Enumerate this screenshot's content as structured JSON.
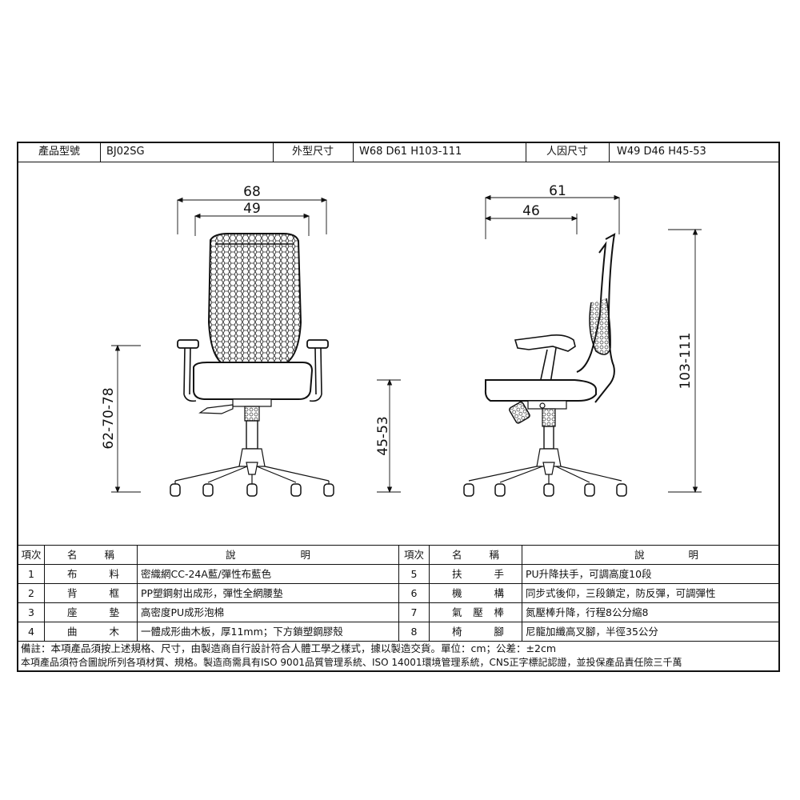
{
  "header": {
    "model_label": "產品型號",
    "model_value": "BJ02SG",
    "outer_size_label": "外型尺寸",
    "outer_size_value": "W68 D61 H103-111",
    "ergo_size_label": "人因尺寸",
    "ergo_size_value": "W49 D46 H45-53"
  },
  "drawing": {
    "front": {
      "overall_width": "68",
      "seat_width": "49",
      "arm_height": "62-70-78",
      "seat_height": "45-53"
    },
    "side": {
      "overall_depth": "61",
      "seat_depth": "46",
      "overall_height": "103-111"
    }
  },
  "table": {
    "headers": {
      "no": "項次",
      "name": [
        "名",
        "稱"
      ],
      "desc": [
        "說",
        "明"
      ]
    },
    "rows": [
      {
        "left_no": "1",
        "left_name": [
          "布",
          "料"
        ],
        "left_desc": "密織網CC-24A藍/彈性布藍色",
        "right_no": "5",
        "right_name": [
          "扶",
          "手"
        ],
        "right_desc": "PU升降扶手，可調高度10段"
      },
      {
        "left_no": "2",
        "left_name": [
          "背",
          "框"
        ],
        "left_desc": "PP塑鋼射出成形，彈性全網腰墊",
        "right_no": "6",
        "right_name": [
          "機",
          "構"
        ],
        "right_desc": "同步式後仰，三段鎖定，防反彈，可調彈性"
      },
      {
        "left_no": "3",
        "left_name": [
          "座",
          "墊"
        ],
        "left_desc": "高密度PU成形泡棉",
        "right_no": "7",
        "right_name": [
          "氣",
          "壓",
          "棒"
        ],
        "right_desc": "氮壓棒升降，行程8公分縮8"
      },
      {
        "left_no": "4",
        "left_name": [
          "曲",
          "木"
        ],
        "left_desc": "一體成形曲木板，厚11mm；下方鎖塑鋼膠殼",
        "right_no": "8",
        "right_name": [
          "椅",
          "腳"
        ],
        "right_desc": "尼龍加纖高叉腳，半徑35公分"
      }
    ]
  },
  "notes": [
    "備註：本項產品須按上述規格、尺寸，由製造商自行設計符合人體工學之樣式，據以製造交貨。單位：cm；公差：±2cm",
    "本項產品須符合圖說所列各項材質、規格。製造商需具有ISO 9001品質管理系統、ISO 14001環境管理系統，CNS正字標記認證，並投保產品責任險三千萬"
  ]
}
